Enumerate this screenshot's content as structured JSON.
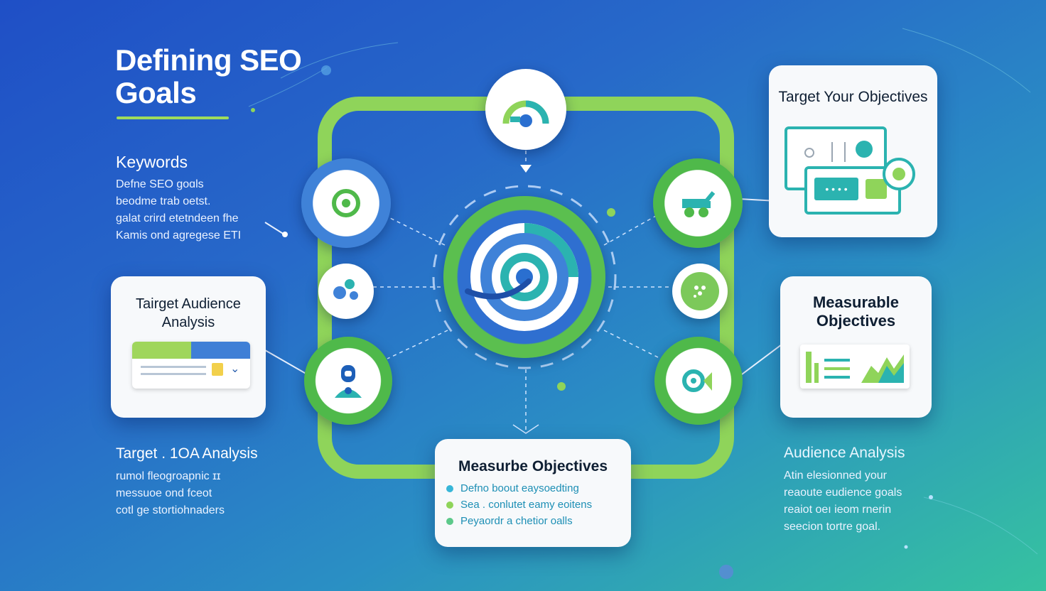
{
  "title": "Defining SEO Goals",
  "left_top": {
    "heading": "Keywords",
    "lines": [
      "Defne SEO goɑls",
      "beodme trab oetst.",
      "galat crird etetndeen fhe",
      "Kamis ond agregese ETI"
    ]
  },
  "left_card": {
    "title": "Tairget Audience Analysis"
  },
  "left_bottom": {
    "heading": "Target . 1OA Analysis",
    "lines": [
      "rumol fleogroapnic  ɪɪ",
      "messuoe ond  fceot",
      "cotl ge stortiohnaders"
    ]
  },
  "right_top_card": {
    "title": "Target Your Objectives"
  },
  "right_mid_card": {
    "title": "Measurable Objectives"
  },
  "right_bottom": {
    "heading": "Audience Analysis",
    "lines": [
      "Atin elesionned your",
      "reaoute eudience goals",
      "reaiot oeı ieom rnerin",
      "seecion tortre goal."
    ]
  },
  "bottom_card": {
    "title": "Measurbe Objectives",
    "items": [
      {
        "text": "Defno boout eaysoedting",
        "color": "#37b6d8"
      },
      {
        "text": "Sea  .  conlutet eamy eoitens",
        "color": "#8ed45a"
      },
      {
        "text": "Peyaordr a chetior oalls",
        "color": "#5cc98a"
      }
    ]
  },
  "colors": {
    "accent_green": "#8fd45a",
    "ring_green": "#4fb94a",
    "ring_blue": "#3f82d8",
    "teal": "#2bb3b0"
  },
  "icons": [
    "gauge-icon",
    "target-icon",
    "chat-bubble-icon",
    "network-icon",
    "user-icon",
    "truck-icon",
    "dots-icon",
    "cycle-icon"
  ]
}
